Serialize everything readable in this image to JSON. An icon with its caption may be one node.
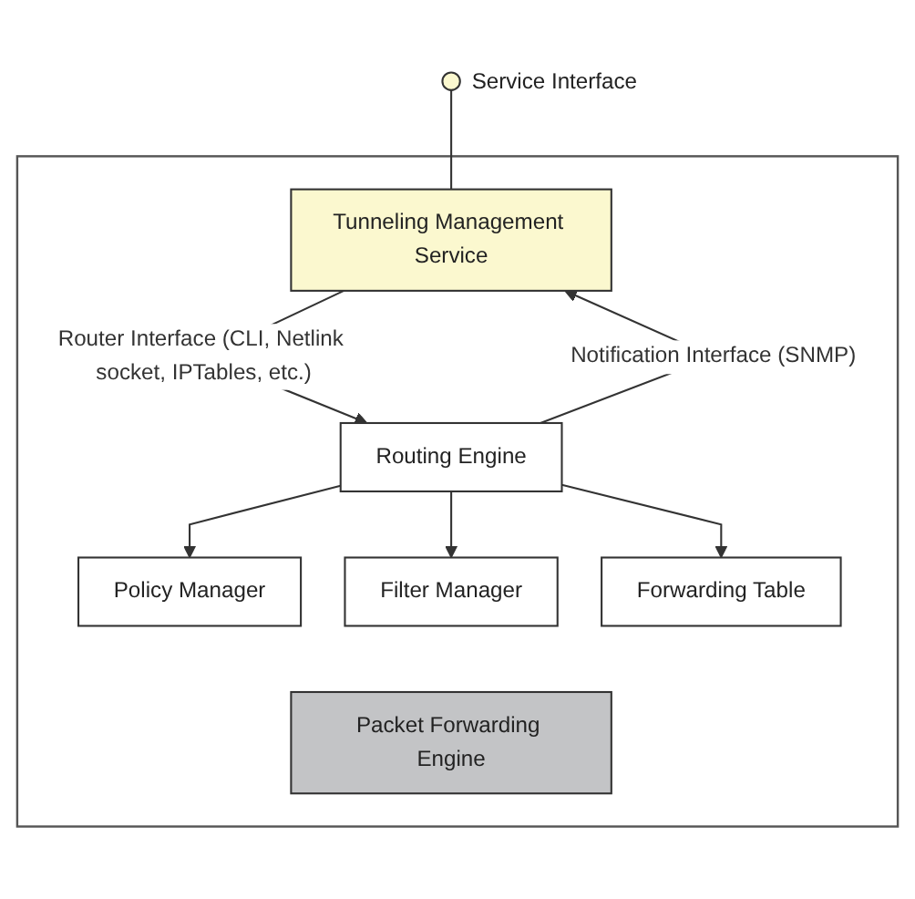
{
  "diagram": {
    "nodes": [
      {
        "text": [],
        "shape": "circle",
        "beside": [
          "Service Interface"
        ]
      },
      {
        "text": [],
        "shape": "box"
      },
      {
        "text": [
          "Tunneling Management Service"
        ],
        "in": 1
      },
      {
        "text": [
          "Routing Engine"
        ],
        "in": 1
      },
      {
        "text": [
          "Policy Manager"
        ],
        "in": 1
      },
      {
        "text": [
          "Filter Manager"
        ],
        "in": 1
      },
      {
        "text": [
          "Forwarding Table"
        ],
        "in": 1
      },
      {
        "text": [
          "Packet Forwarding Engine"
        ],
        "in": 1
      }
    ],
    "edges": [
      {
        "from": 0,
        "to": 2,
        "arrow": "none"
      },
      {
        "from": 3,
        "to": 2,
        "arrow": "to",
        "label": "Notification Interface (SNMP)"
      },
      {
        "from": 2,
        "to": 3,
        "arrow": "to",
        "label": "Router Interface (CLI, Netlink socket, IPTables, etc.)"
      },
      {
        "from": 3,
        "to": 4,
        "arrow": "to"
      },
      {
        "from": 3,
        "to": 5,
        "arrow": "to"
      },
      {
        "from": 3,
        "to": 6,
        "arrow": "to"
      }
    ]
  }
}
